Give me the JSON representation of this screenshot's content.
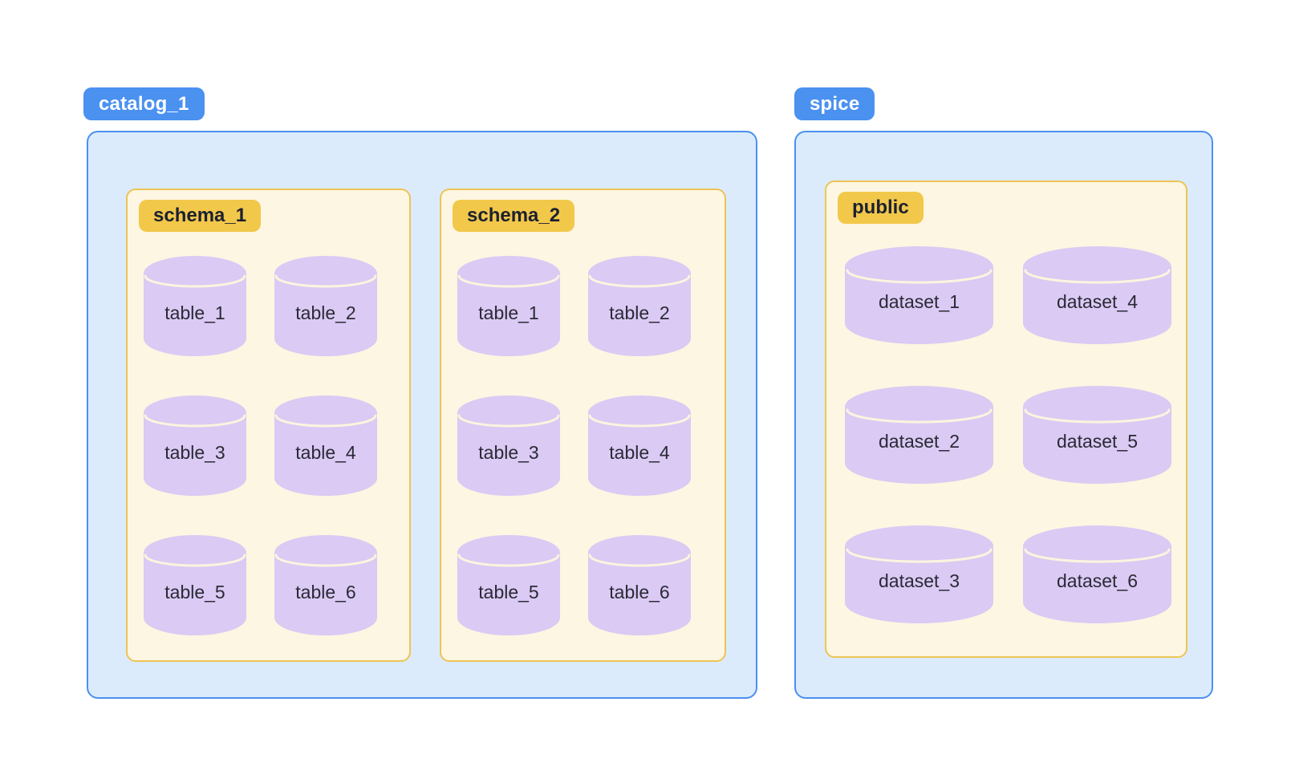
{
  "colors": {
    "catalog_label_bg": "#4A91F0",
    "catalog_label_text": "#FFFFFF",
    "catalog_box_bg": "#DCEBFC",
    "catalog_box_border": "#4A90F0",
    "schema_box_bg": "#FDF6E2",
    "schema_box_border": "#ECC455",
    "schema_label_bg": "#F2C84B",
    "schema_label_text": "#1C2130",
    "cylinder_fill": "#DACAF4",
    "cylinder_arc": "#FCF4DE",
    "cylinder_text": "#2A2A35"
  },
  "diagram": {
    "catalogs": [
      {
        "label": "catalog_1",
        "schemas": [
          {
            "label": "schema_1",
            "items": [
              "table_1",
              "table_2",
              "table_3",
              "table_4",
              "table_5",
              "table_6"
            ]
          },
          {
            "label": "schema_2",
            "items": [
              "table_1",
              "table_2",
              "table_3",
              "table_4",
              "table_5",
              "table_6"
            ]
          }
        ]
      },
      {
        "label": "spice",
        "schemas": [
          {
            "label": "public",
            "items": [
              "dataset_1",
              "dataset_4",
              "dataset_2",
              "dataset_5",
              "dataset_3",
              "dataset_6"
            ]
          }
        ]
      }
    ]
  }
}
